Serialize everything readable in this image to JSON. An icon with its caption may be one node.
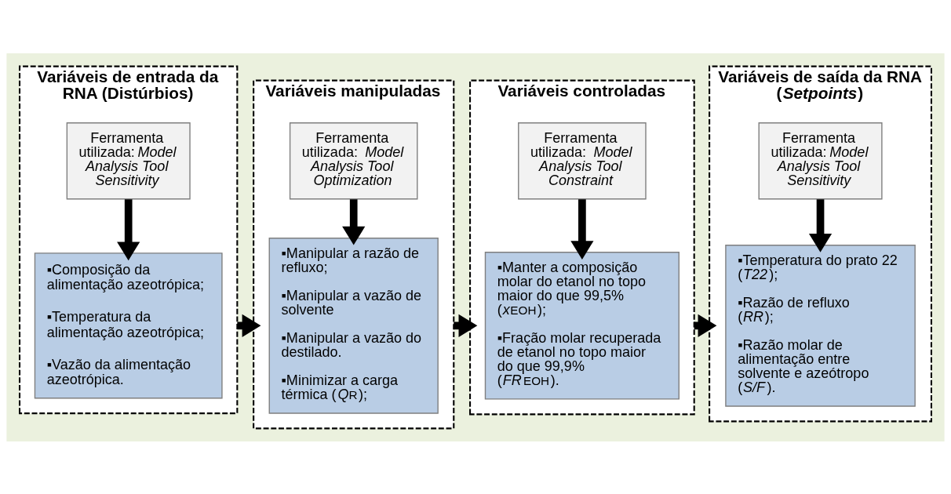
{
  "diagram": {
    "nodes": [
      {
        "text": [
          "Variáveis de entrada da RNA (Distúrbios)"
        ]
      },
      {
        "text": [
          "Ferramenta utilizada:*Model Analysis Tool Sensitivity*"
        ],
        "in": 0
      },
      {
        "text": [
          "▪Composição da alimentação azeotrópica;",
          "▪Temperatura da alimentação azeotrópica;",
          "▪Vazão da alimentação azeotrópica."
        ],
        "in": 0
      },
      {
        "text": [
          "Variáveis manipuladas"
        ]
      },
      {
        "text": [
          "Ferramenta utilizada: *Model Analysis Tool Optimization*"
        ],
        "in": 3
      },
      {
        "text": [
          "▪Manipular a razão de refluxo;",
          "▪Manipular a vazão de solvente",
          "▪Manipular a vazão do destilado.",
          "▪Minimizar a carga térmica (*Q*$_{R}$);"
        ],
        "in": 3
      },
      {
        "text": [
          "Variáveis controladas"
        ]
      },
      {
        "text": [
          "Ferramenta utilizada: *Model Analysis Tool Constraint*"
        ],
        "in": 6
      },
      {
        "text": [
          "▪Manter a composição molar do etanol no topo maior do que 99,5% (*x*$^{EOH}$);",
          "▪Fração molar recuperada de etanol no topo maior do que 99,9% (*FR*$^{EOH}$)."
        ],
        "in": 6
      },
      {
        "text": [
          "Variáveis de saída da RNA (*Setpoints*)"
        ]
      },
      {
        "text": [
          "Ferramenta utilizada:*Model Analysis Tool Sensitivity*"
        ],
        "in": 9
      },
      {
        "text": [
          "▪Temperatura do prato 22 (*T22*);",
          "▪Razão de refluxo (*RR*);",
          "▪Razão molar de alimentação entre solvente e azeótropo (*S/F*)."
        ],
        "in": 9
      }
    ],
    "edges": [
      {
        "from": 1,
        "to": 2,
        "arrow": "to"
      },
      {
        "from": 4,
        "to": 5,
        "arrow": "to"
      },
      {
        "from": 7,
        "to": 8,
        "arrow": "to"
      },
      {
        "from": 10,
        "to": 11,
        "arrow": "to"
      },
      {
        "from": 0,
        "to": 3,
        "arrow": "to"
      },
      {
        "from": 3,
        "to": 6,
        "arrow": "to"
      },
      {
        "from": 6,
        "to": 9,
        "arrow": "to"
      }
    ]
  }
}
